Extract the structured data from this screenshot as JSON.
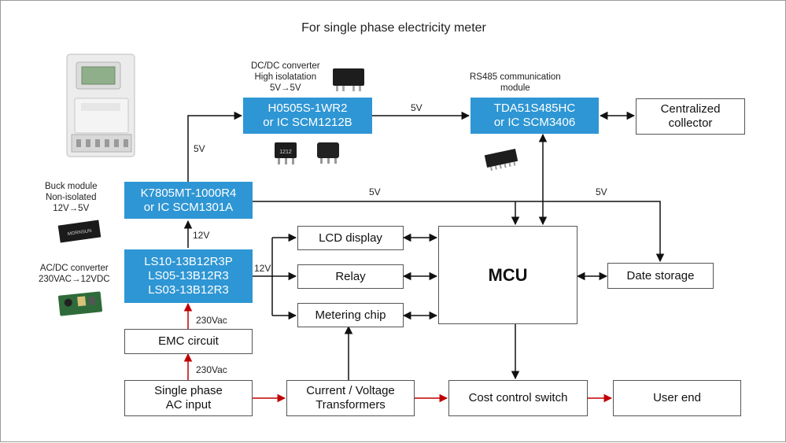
{
  "title": "For single phase electricity meter",
  "blocks": {
    "dcdc": [
      "H0505S-1WR2",
      "or IC SCM1212B"
    ],
    "rs485": [
      "TDA51S485HC",
      "or IC SCM3406"
    ],
    "buck": [
      "K7805MT-1000R4",
      "or IC SCM1301A"
    ],
    "acdc": [
      "LS10-13B12R3P",
      "LS05-13B12R3",
      "LS03-13B12R3"
    ],
    "centralized": [
      "Centralized",
      "collector"
    ],
    "lcd": "LCD display",
    "relay": "Relay",
    "metering": "Metering chip",
    "mcu": "MCU",
    "storage": "Date storage",
    "emc": "EMC circuit",
    "ac_input": [
      "Single phase",
      "AC input"
    ],
    "transformers": [
      "Current / Voltage",
      "Transformers"
    ],
    "cost_switch": "Cost control switch",
    "user_end": "User end"
  },
  "notes": {
    "dcdc": [
      "DC/DC converter",
      "High isolatation",
      "5V→5V"
    ],
    "rs485": [
      "RS485 communication",
      "module"
    ],
    "buck": [
      "Buck module",
      "Non-isolated",
      "12V→5V"
    ],
    "acdc": [
      "AC/DC converter",
      "230VAC→12VDC"
    ]
  },
  "wire_labels": {
    "dcdc_to_rs485": "5V",
    "buck_up": "5V",
    "buck_right": "5V",
    "storage_feed": "5V",
    "acdc_up": "12V",
    "acdc_right": "12V",
    "emc_up": "230Vac",
    "input_up": "230Vac"
  },
  "chip_markings": {
    "chip_a": "1212",
    "chip_c": "MORNSUN"
  },
  "colors": {
    "module_blue": "#2e96d4",
    "ac_power_line": "#c00000",
    "signal_line": "#111111",
    "box_border": "#555555"
  }
}
